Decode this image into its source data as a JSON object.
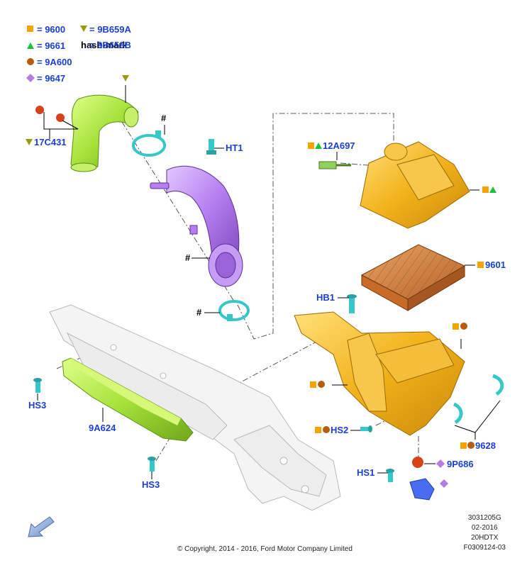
{
  "legend": [
    {
      "symbol": "orange-square-icon",
      "text": "= 9600"
    },
    {
      "symbol": "olive-triangle-down-icon",
      "text": "= 9B659A"
    },
    {
      "symbol": "green-triangle-up-icon",
      "text": "= 9661"
    },
    {
      "symbol": "hash-mark",
      "text": "= 9B659B"
    },
    {
      "symbol": "brown-circle-icon",
      "text": "= 9A600"
    },
    {
      "symbol": "violet-diamond-icon",
      "text": "= 9647"
    }
  ],
  "hash_symbol": "#",
  "callouts": {
    "c17C431": "17C431",
    "cHT1": "HT1",
    "c12A697": "12A697",
    "c9601": "9601",
    "cHB1": "HB1",
    "cHS3a": "HS3",
    "cHS3b": "HS3",
    "c9A624": "9A624",
    "cHS2": "HS2",
    "c9628": "9628",
    "c9P686": "9P686",
    "cHS1": "HS1"
  },
  "colors": {
    "callout_blue": "#1a3fd6",
    "orange_square": "#f4a300",
    "olive_triangle": "#9a9a12",
    "green_triangle": "#19c23d",
    "brown_circle": "#b85c12",
    "violet_diamond": "#b47be0",
    "part_yellow": "#f2b21a",
    "part_green": "#a6e23a",
    "part_violet": "#b57ef0",
    "clamp_teal": "#37c7c9"
  },
  "footer": {
    "copyright": "© Copyright, 2014 - 2016, Ford Motor Company Limited",
    "ref_lines": [
      "3031205G",
      "02-2016",
      "20HDTX",
      "F0309124-03"
    ]
  }
}
